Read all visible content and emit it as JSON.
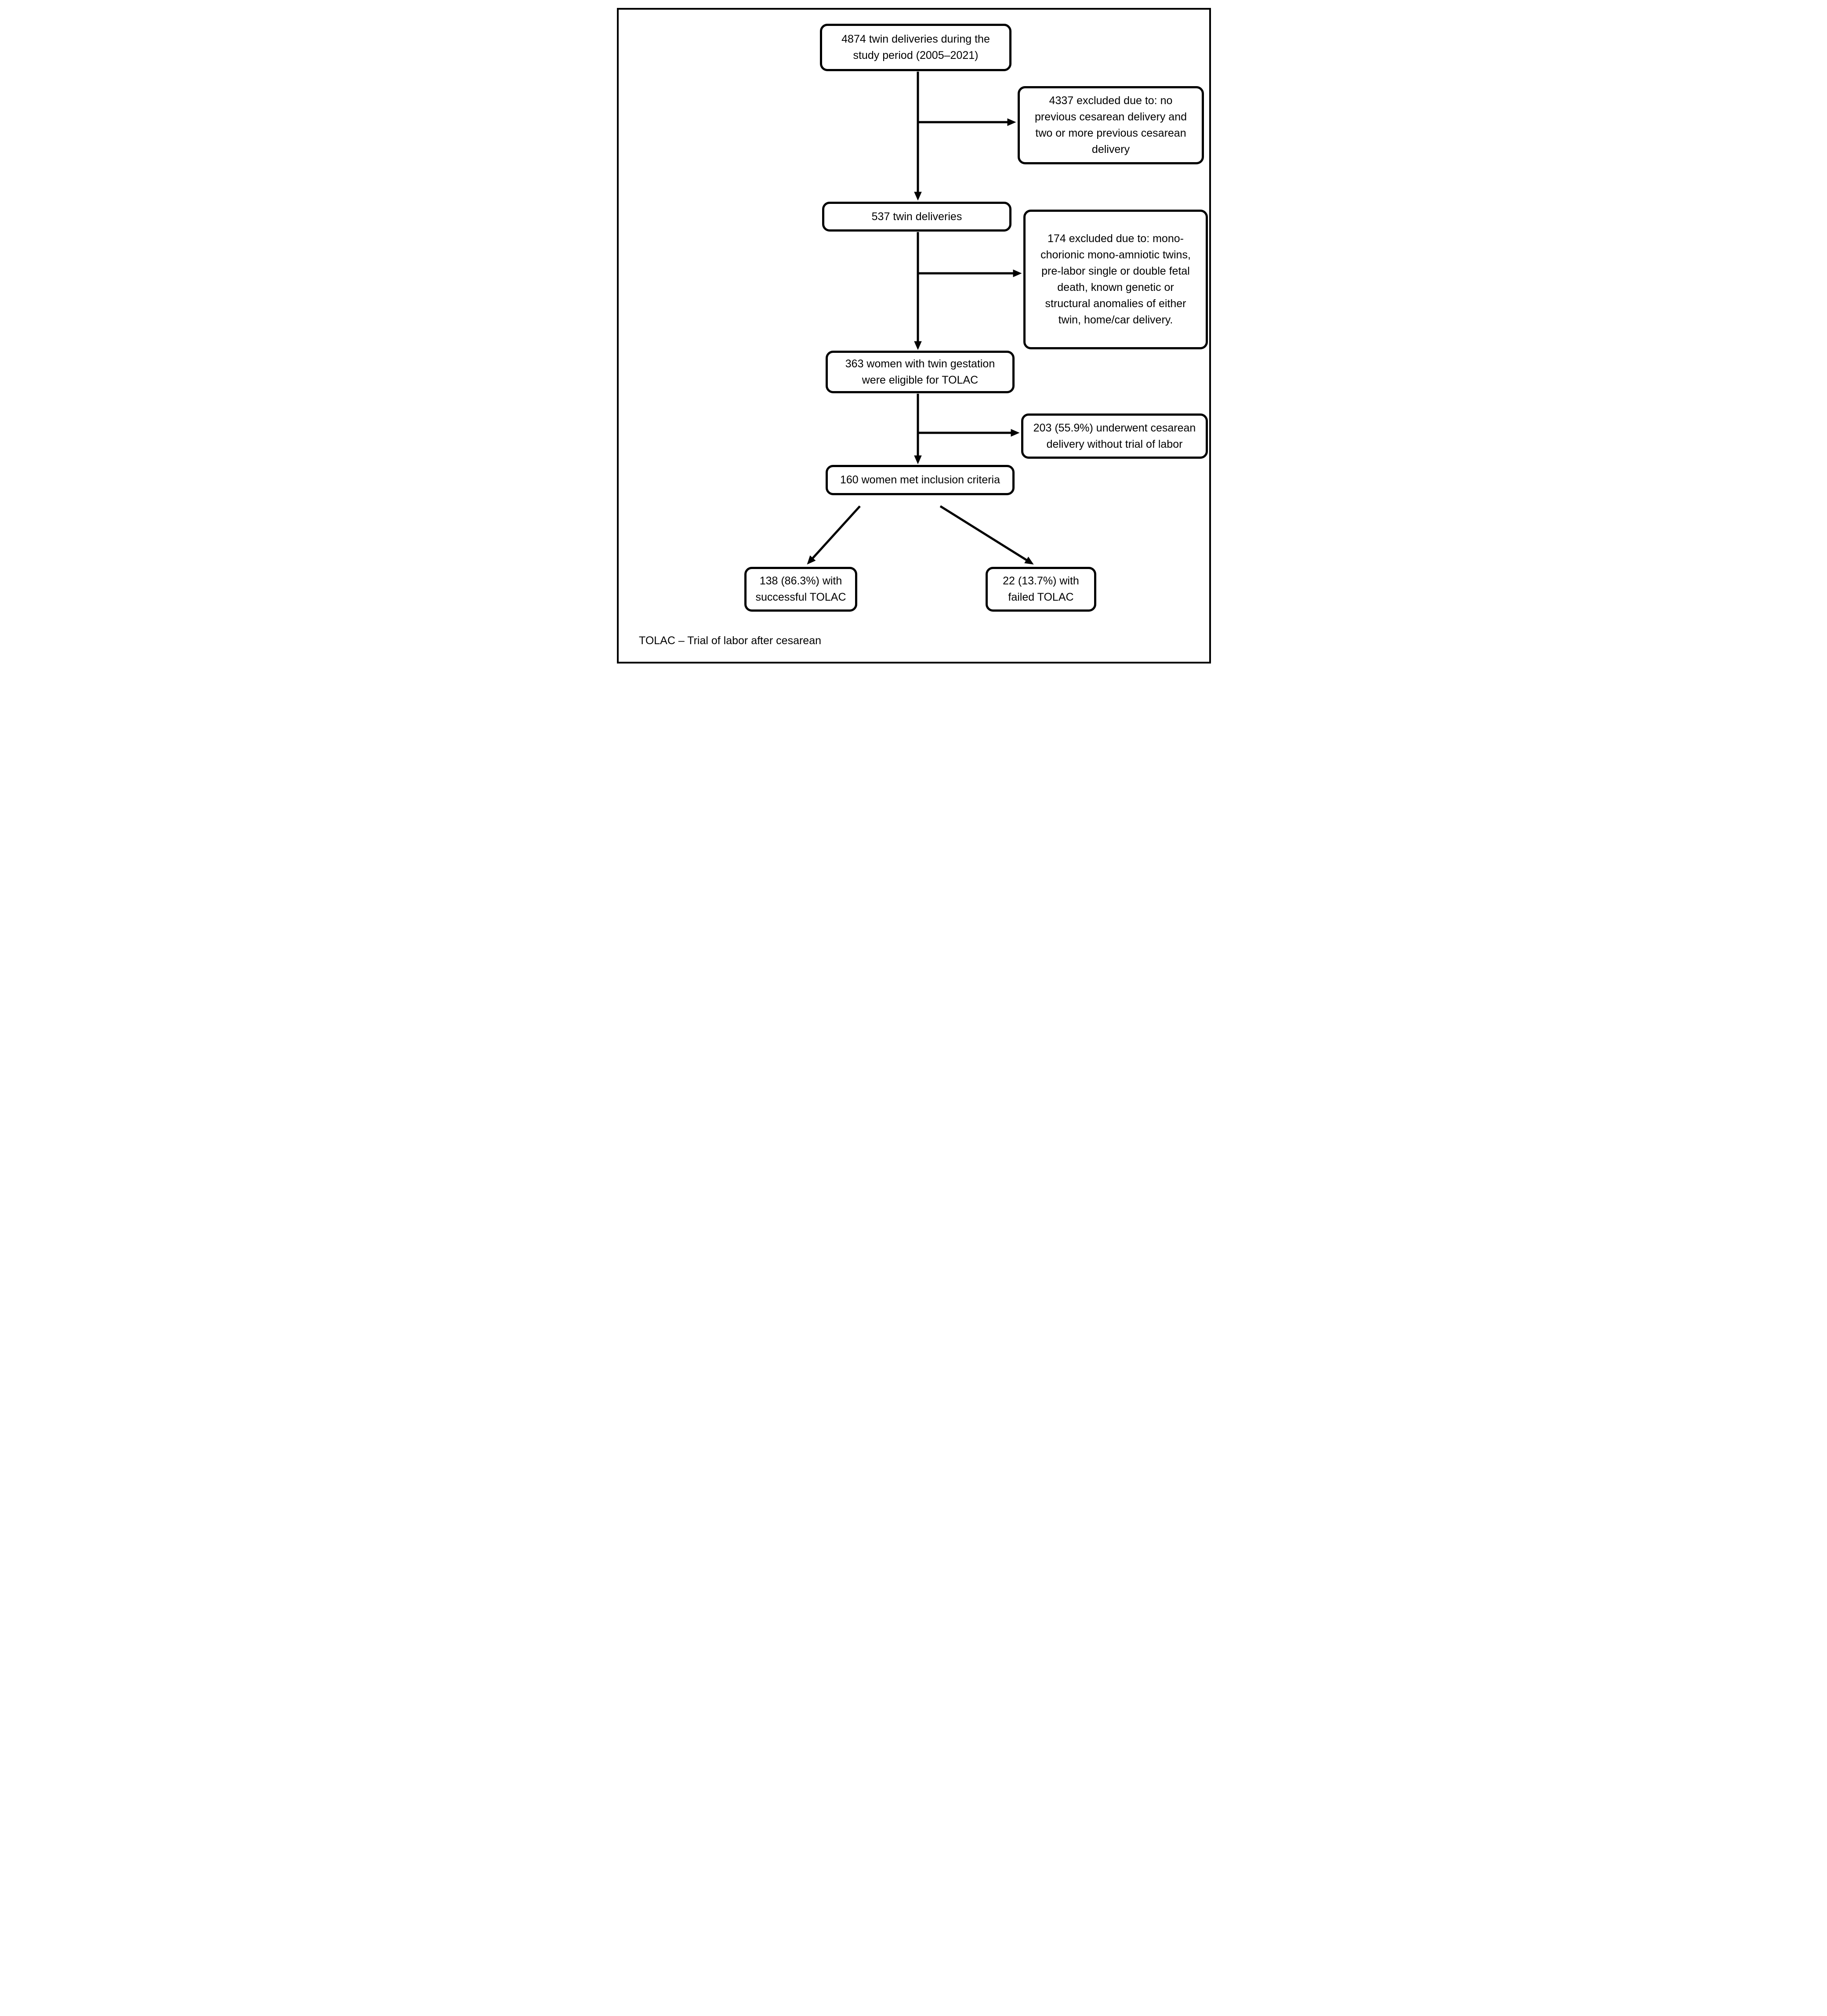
{
  "flowchart": {
    "background_color": "#ffffff",
    "line_color": "#000000",
    "text_color": "#000000",
    "footer_note": "TOLAC – Trial of labor after cesarean",
    "nodes": {
      "total": {
        "lines": [
          "4874 twin deliveries during the",
          "study period (2005–2021)"
        ]
      },
      "excluded_first": {
        "lines": [
          "4337 excluded due to: no",
          "previous cesarean delivery and",
          "two or more previous cesarean",
          "delivery"
        ]
      },
      "twin_deliveries": {
        "lines": [
          "537 twin deliveries"
        ]
      },
      "excluded_second": {
        "lines": [
          "174 excluded due to: mono-",
          "chorionic mono-amniotic twins,",
          "pre-labor single or double fetal",
          "death, known genetic or",
          "structural anomalies of either",
          "twin, home/car delivery."
        ]
      },
      "eligible": {
        "lines": [
          "363 women with twin gestation",
          "were eligible for TOLAC"
        ]
      },
      "cesarean_without_trial": {
        "lines": [
          "203 (55.9%) underwent cesarean",
          "delivery without trial of labor"
        ]
      },
      "included": {
        "lines": [
          "160 women met inclusion criteria"
        ]
      },
      "successful_tolac": {
        "lines": [
          "138 (86.3%) with",
          "successful TOLAC"
        ]
      },
      "failed_tolac": {
        "lines": [
          "22 (13.7%) with",
          "failed TOLAC"
        ]
      }
    }
  }
}
